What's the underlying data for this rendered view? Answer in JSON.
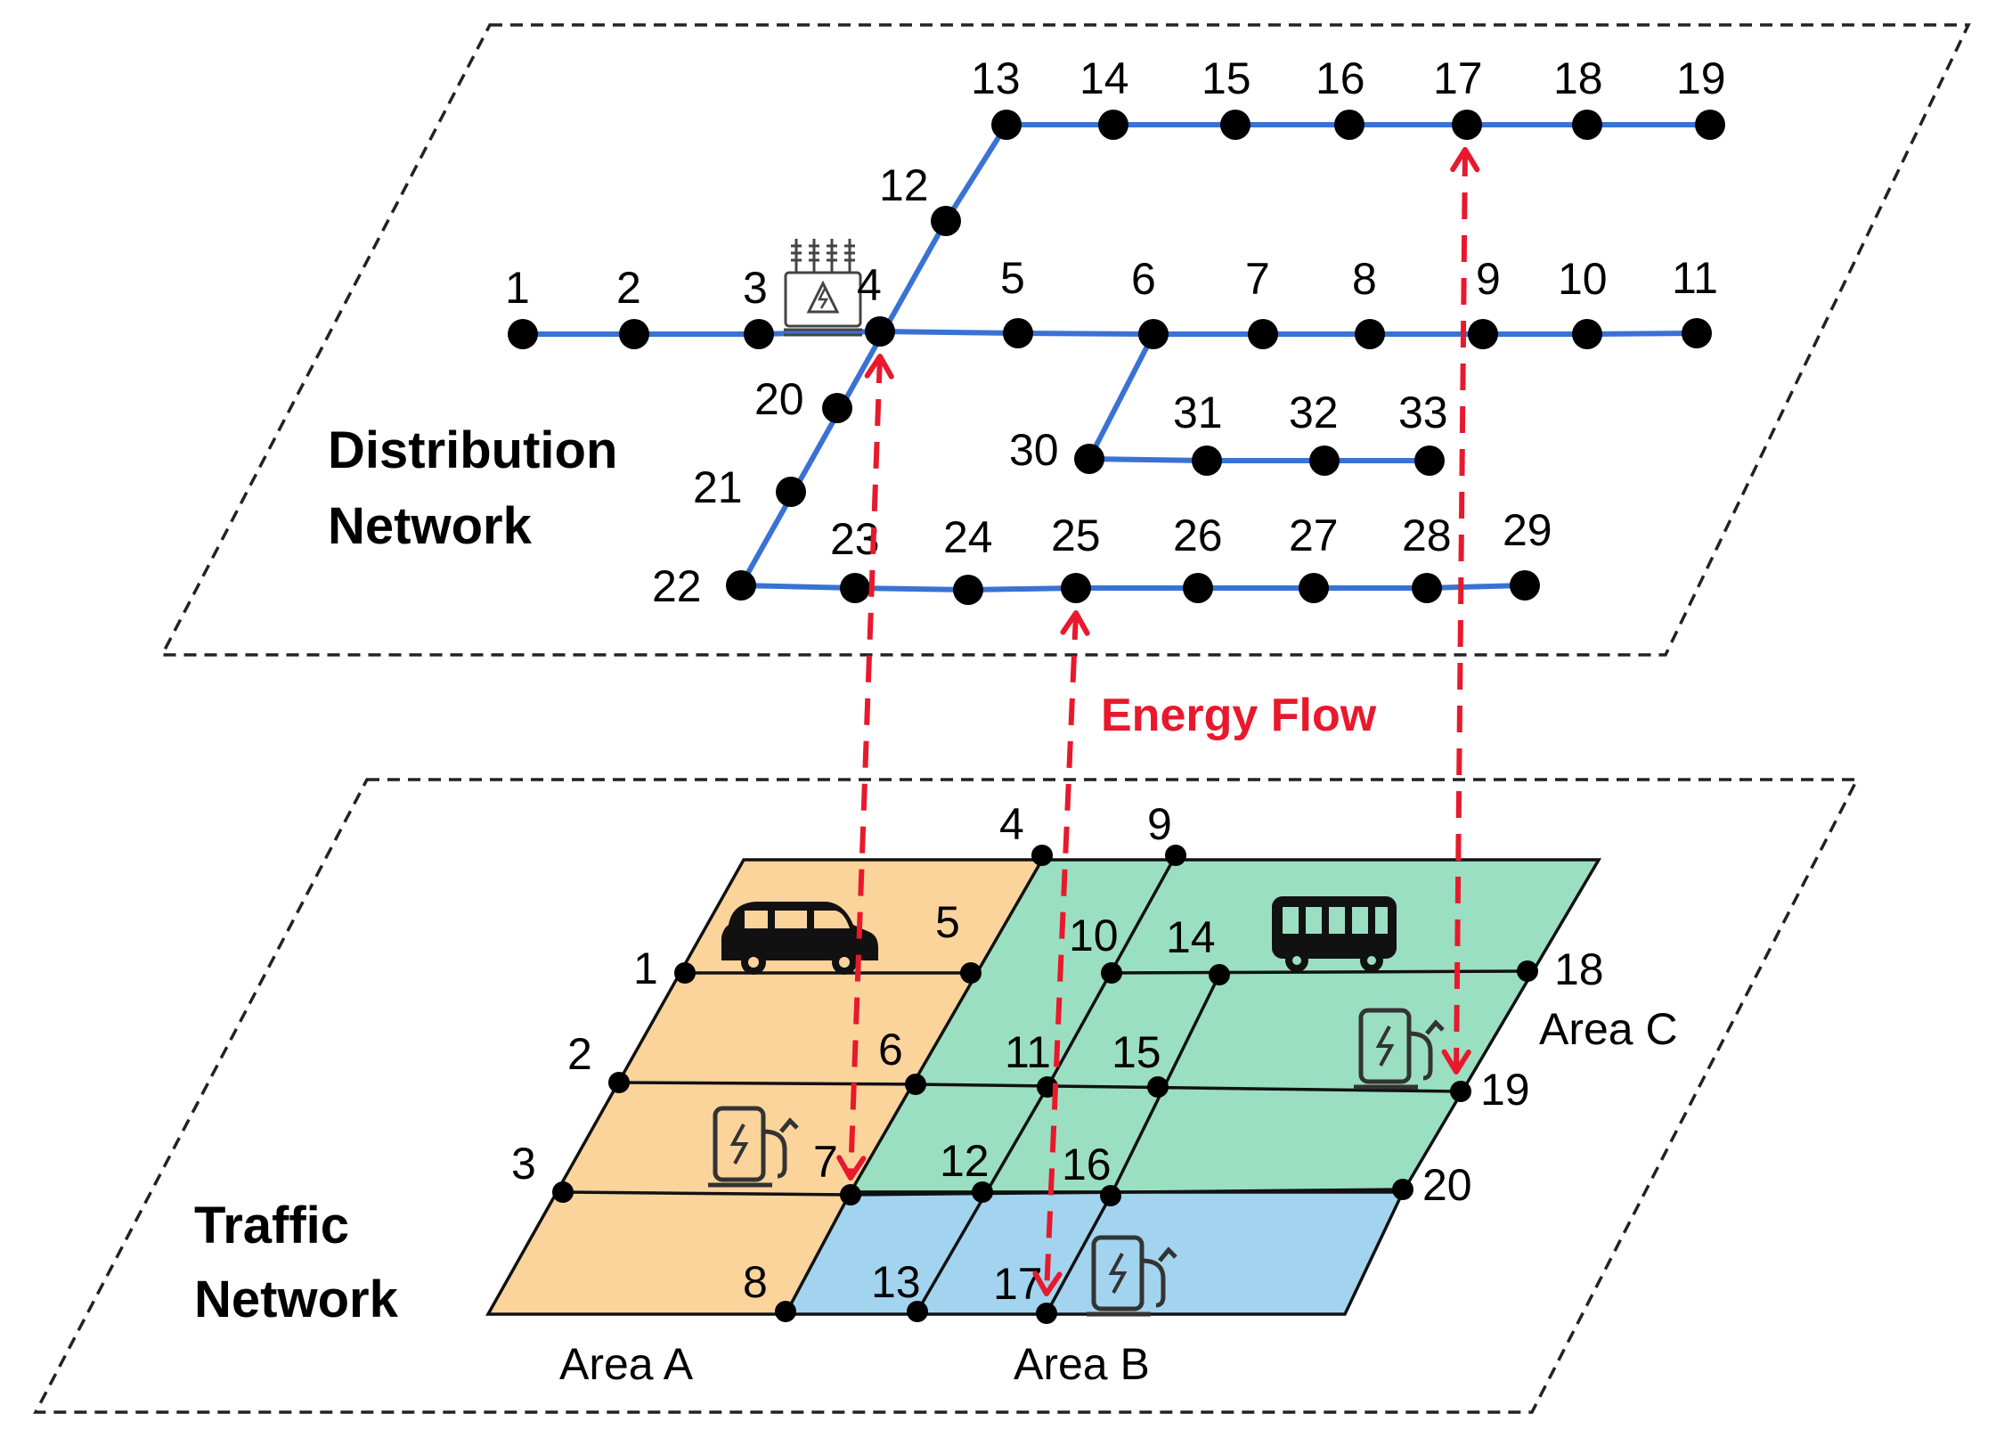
{
  "distribution": {
    "title_line1": "Distribution",
    "title_line2": "Network",
    "line_color": "#3a72d4",
    "nodes": [
      "1",
      "2",
      "3",
      "4",
      "5",
      "6",
      "7",
      "8",
      "9",
      "10",
      "11",
      "12",
      "13",
      "14",
      "15",
      "16",
      "17",
      "18",
      "19",
      "20",
      "21",
      "22",
      "23",
      "24",
      "25",
      "26",
      "27",
      "28",
      "29",
      "30",
      "31",
      "32",
      "33"
    ],
    "transformer_icon": "transformer-icon"
  },
  "traffic": {
    "title_line1": "Traffic",
    "title_line2": "Network",
    "nodes": [
      "1",
      "2",
      "3",
      "4",
      "5",
      "6",
      "7",
      "8",
      "9",
      "10",
      "11",
      "12",
      "13",
      "14",
      "15",
      "16",
      "17",
      "18",
      "19",
      "20"
    ],
    "areas": [
      {
        "label": "Area A",
        "color": "#fbd49c"
      },
      {
        "label": "Area B",
        "color": "#a3d4ef"
      },
      {
        "label": "Area C",
        "color": "#9bdfc3"
      }
    ],
    "icons": [
      "van-icon",
      "bus-icon",
      "charging-station-icon"
    ]
  },
  "energy_flow": {
    "label": "Energy Flow",
    "color": "#e8192c"
  }
}
